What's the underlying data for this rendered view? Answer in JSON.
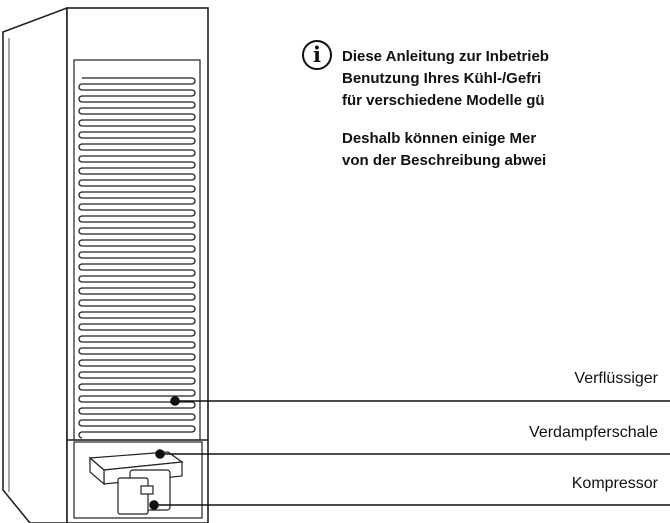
{
  "info_icon": {
    "icon": "info-icon",
    "glyph": "i"
  },
  "note": {
    "paragraph1_lines": [
      "Diese Anleitung zur Inbetrieb",
      "Benutzung Ihres Kühl-/Gefri",
      "für verschiedene Modelle gü"
    ],
    "paragraph2_lines": [
      "Deshalb können einige Mer",
      "von der Beschreibung abwei"
    ]
  },
  "labels": {
    "condenser": "Verflüssiger",
    "evaporator_tray": "Verdampferschale",
    "compressor": "Kompressor"
  },
  "colors": {
    "line": "#111111",
    "cabinet_fill": "#ffffff",
    "stroke": "#222222"
  }
}
